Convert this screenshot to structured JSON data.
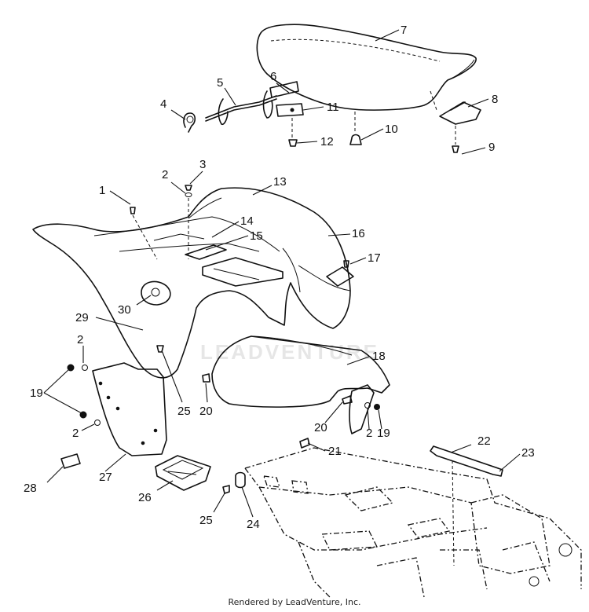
{
  "watermark": "LEADVENTURE",
  "footer": "Rendered by LeadVenture, Inc.",
  "callouts": [
    {
      "id": "c1",
      "label": "1"
    },
    {
      "id": "c2a",
      "label": "2"
    },
    {
      "id": "c2b",
      "label": "2"
    },
    {
      "id": "c2c",
      "label": "2"
    },
    {
      "id": "c2d",
      "label": "2"
    },
    {
      "id": "c3",
      "label": "3"
    },
    {
      "id": "c4",
      "label": "4"
    },
    {
      "id": "c5",
      "label": "5"
    },
    {
      "id": "c6",
      "label": "6"
    },
    {
      "id": "c7",
      "label": "7"
    },
    {
      "id": "c8",
      "label": "8"
    },
    {
      "id": "c9",
      "label": "9"
    },
    {
      "id": "c10",
      "label": "10"
    },
    {
      "id": "c11",
      "label": "11"
    },
    {
      "id": "c12",
      "label": "12"
    },
    {
      "id": "c13",
      "label": "13"
    },
    {
      "id": "c14",
      "label": "14"
    },
    {
      "id": "c15",
      "label": "15"
    },
    {
      "id": "c16",
      "label": "16"
    },
    {
      "id": "c17",
      "label": "17"
    },
    {
      "id": "c18",
      "label": "18"
    },
    {
      "id": "c19a",
      "label": "19"
    },
    {
      "id": "c19b",
      "label": "19"
    },
    {
      "id": "c20a",
      "label": "20"
    },
    {
      "id": "c20b",
      "label": "20"
    },
    {
      "id": "c21",
      "label": "21"
    },
    {
      "id": "c22",
      "label": "22"
    },
    {
      "id": "c23",
      "label": "23"
    },
    {
      "id": "c24",
      "label": "24"
    },
    {
      "id": "c25a",
      "label": "25"
    },
    {
      "id": "c25b",
      "label": "25"
    },
    {
      "id": "c26",
      "label": "26"
    },
    {
      "id": "c27",
      "label": "27"
    },
    {
      "id": "c28",
      "label": "28"
    },
    {
      "id": "c29",
      "label": "29"
    },
    {
      "id": "c30",
      "label": "30"
    }
  ]
}
